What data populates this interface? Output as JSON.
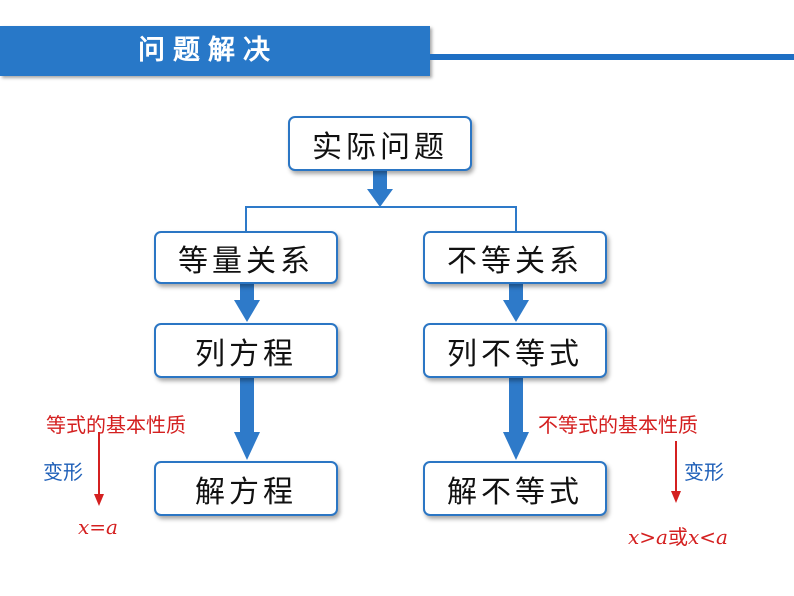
{
  "header": {
    "title": "问题解决"
  },
  "boxes": {
    "root": "实际问题",
    "eq_relation": "等量关系",
    "ineq_relation": "不等关系",
    "eq_formulate": "列方程",
    "ineq_formulate": "列不等式",
    "eq_solve": "解方程",
    "ineq_solve": "解不等式"
  },
  "annotations": {
    "left_property": "等式的基本性质",
    "left_transform": "变形",
    "left_result": "x=a",
    "right_property": "不等式的基本性质",
    "right_transform": "变形",
    "right_result_a": "x>a",
    "right_result_or": "或",
    "right_result_b": "x<a"
  },
  "colors": {
    "header_bg": "#2878c8",
    "box_border": "#2b76c4",
    "arrow_fill": "#2e7ac9",
    "note_red": "#d42020",
    "note_blue": "#1e5fb8"
  }
}
